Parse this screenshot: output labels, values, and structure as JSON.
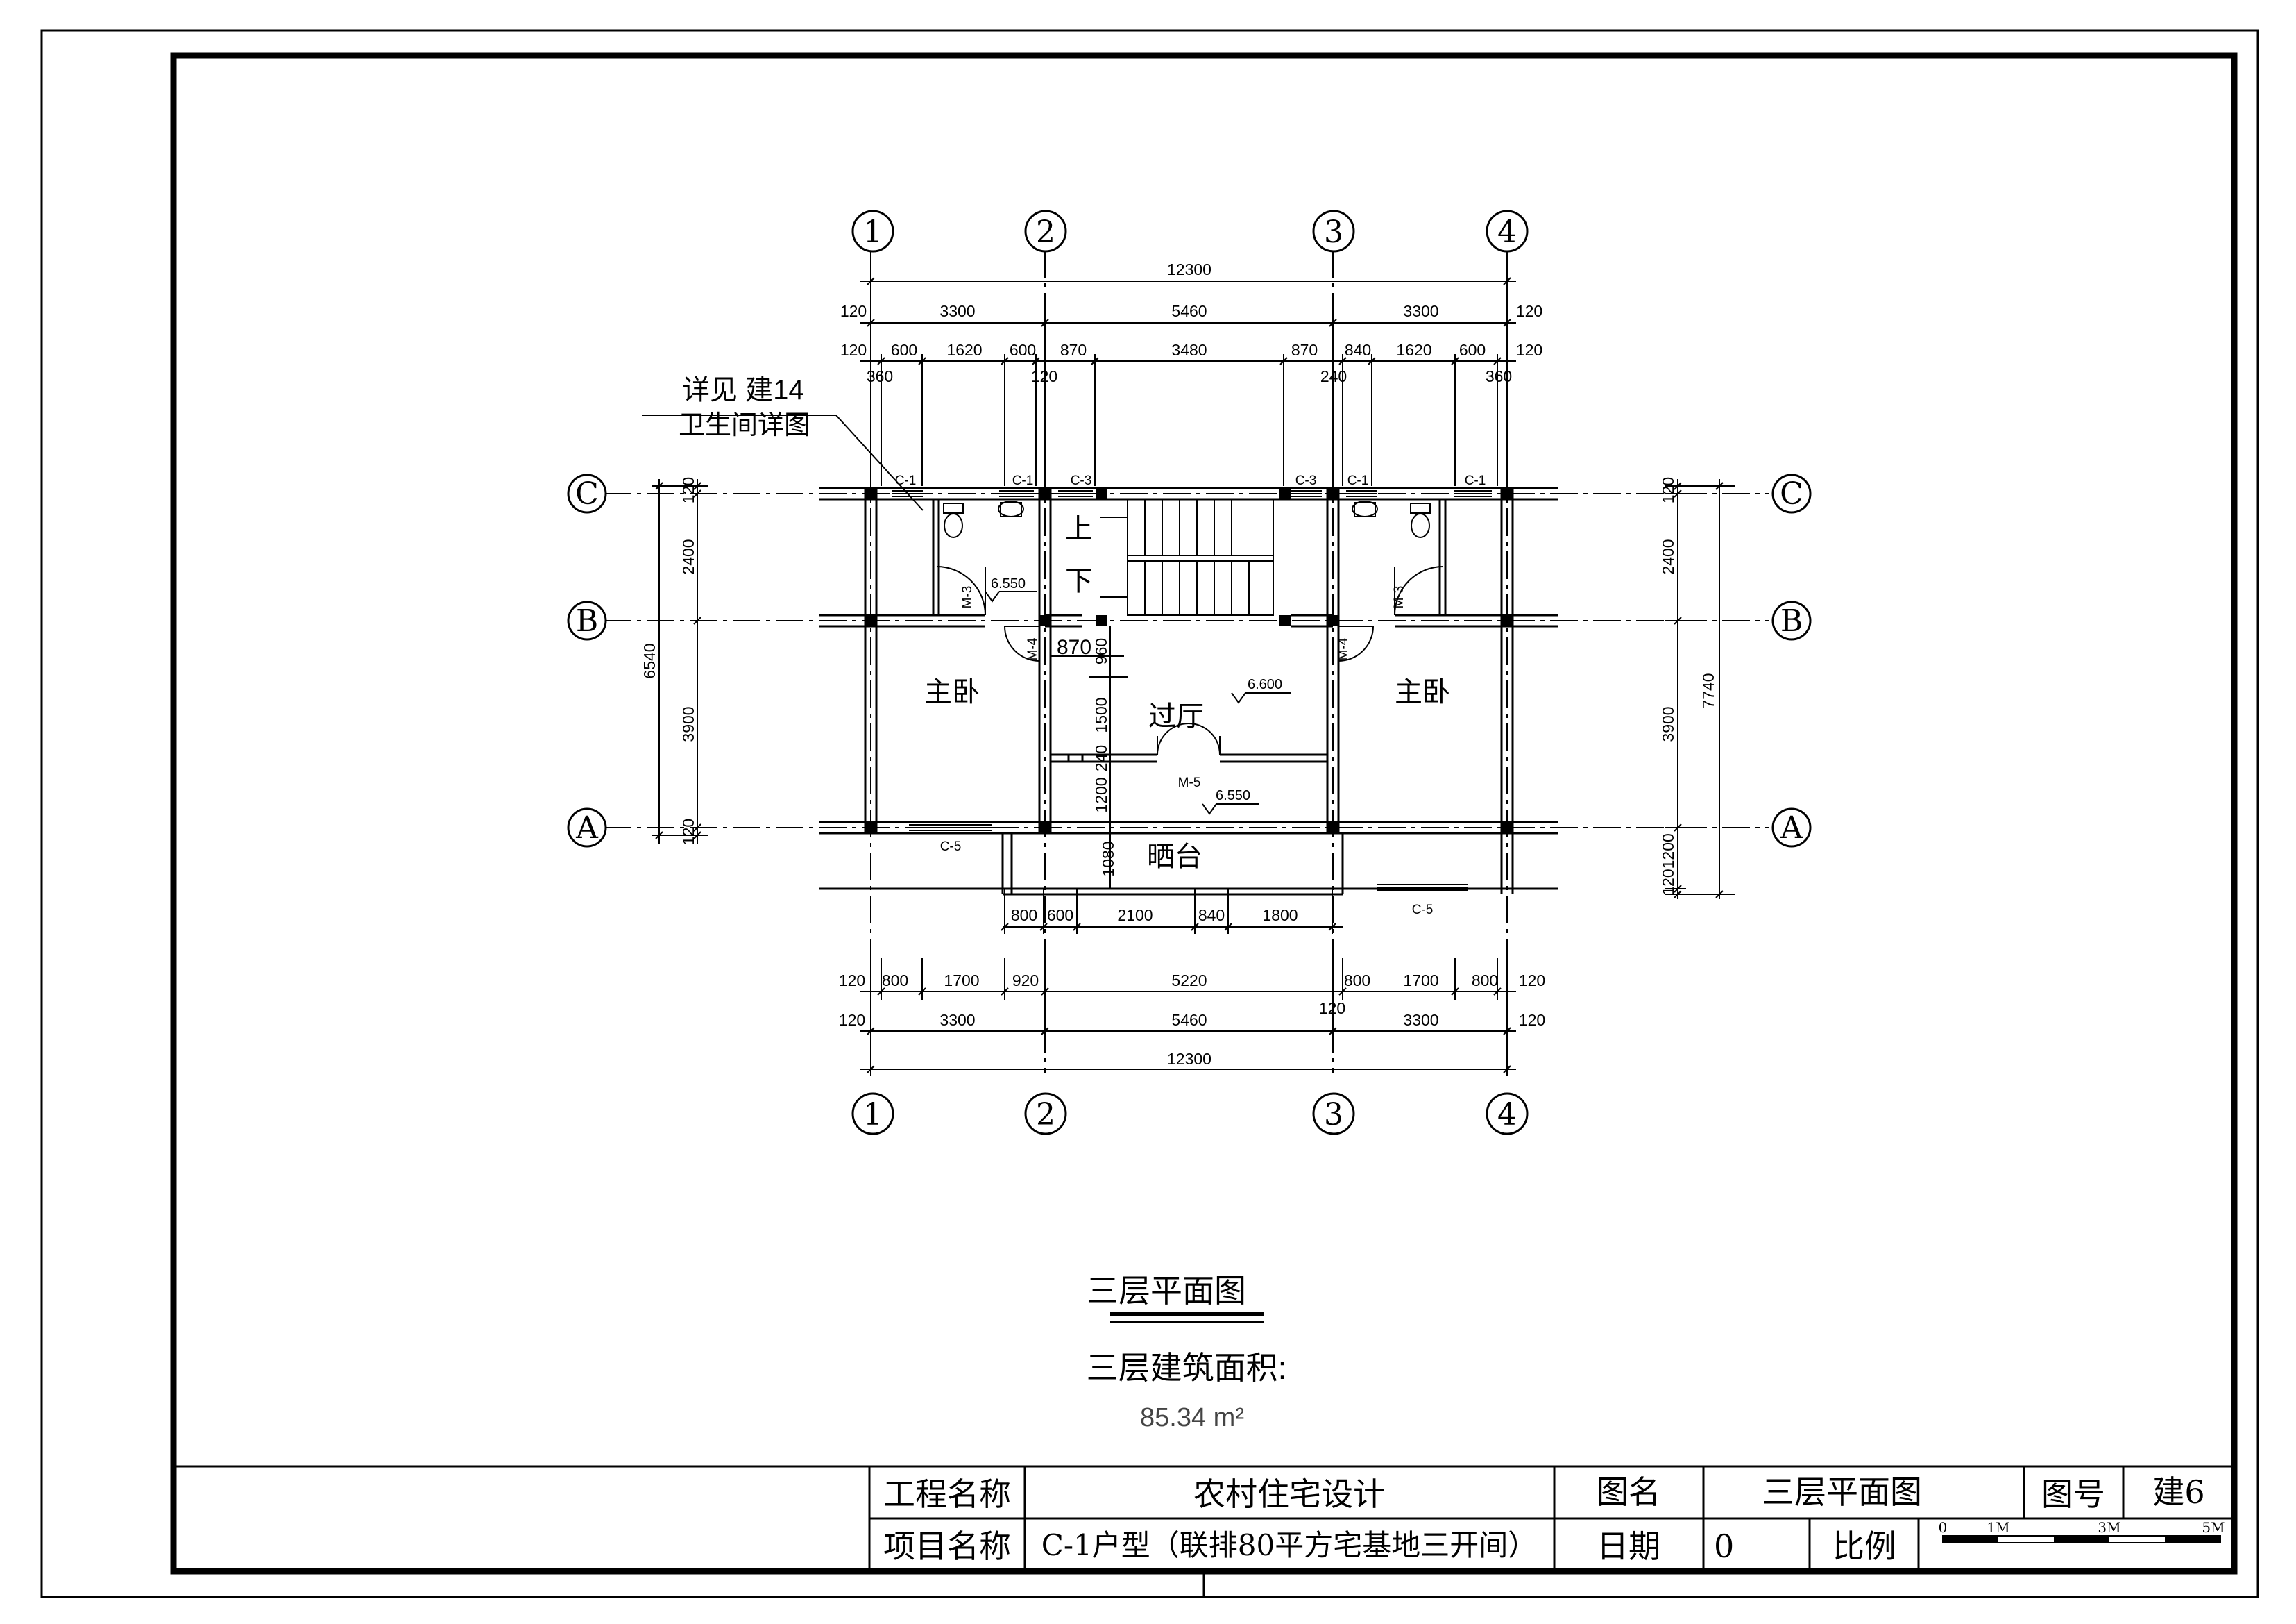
{
  "axes": {
    "columns": [
      "1",
      "2",
      "3",
      "4"
    ],
    "rows": [
      "C",
      "B",
      "A"
    ]
  },
  "dimensions": {
    "top": {
      "overall": "12300",
      "row2": [
        "120",
        "3300",
        "5460",
        "3300",
        "120"
      ],
      "row3": [
        "120",
        "600",
        "1620",
        "600",
        "870",
        "3480",
        "870",
        "840",
        "1620",
        "600",
        "120"
      ],
      "row4": [
        "360",
        "120",
        "240",
        "360"
      ]
    },
    "bottom": {
      "row1": [
        "800",
        "600",
        "2100",
        "840",
        "1800"
      ],
      "row2": [
        "120",
        "800",
        "1700",
        "920",
        "5220",
        "800",
        "1700",
        "800",
        "120"
      ],
      "row3": [
        "120",
        "3300",
        "5460",
        "3300",
        "120"
      ],
      "row3_mid": "120",
      "overall": "12300"
    },
    "left": {
      "segments": [
        "120",
        "2400",
        "3900",
        "120"
      ],
      "overall": "6540"
    },
    "right": {
      "segments": [
        "120",
        "2400",
        "3900",
        "1201200"
      ],
      "overall": "7740"
    },
    "interior": [
      "870",
      "960",
      "1500",
      "240",
      "1200",
      "1080"
    ]
  },
  "rooms": {
    "bedroom_left": "主卧",
    "bedroom_right": "主卧",
    "hall": "过厅",
    "terrace": "晒台",
    "stair_up": "上",
    "stair_down": "下"
  },
  "marks": {
    "windows": [
      "C-1",
      "C-1",
      "C-3",
      "C-3",
      "C-1",
      "C-1",
      "C-5",
      "C-5"
    ],
    "doors": [
      "M-3",
      "M-3",
      "M-4",
      "M-4",
      "M-5"
    ]
  },
  "levels": [
    "6.550",
    "6.600",
    "6.550"
  ],
  "callout": {
    "line1": "详见  建14",
    "line2": "卫生间详图"
  },
  "drawing": {
    "title": "三层平面图",
    "area_label": "三层建筑面积:",
    "area_value": "85.34  m²"
  },
  "title_block": {
    "project_label": "工程名称",
    "project_value": "农村住宅设计",
    "item_label": "项目名称",
    "item_value": "C-1户型（联排80平方宅基地三开间）",
    "drawing_name_label": "图名",
    "drawing_name_value": "三层平面图",
    "drawing_no_label": "图号",
    "drawing_no_value": "建6",
    "date_label": "日期",
    "date_value": "0",
    "scale_label": "比例",
    "scale_ticks": [
      "0",
      "1M",
      "3M",
      "5M"
    ]
  }
}
